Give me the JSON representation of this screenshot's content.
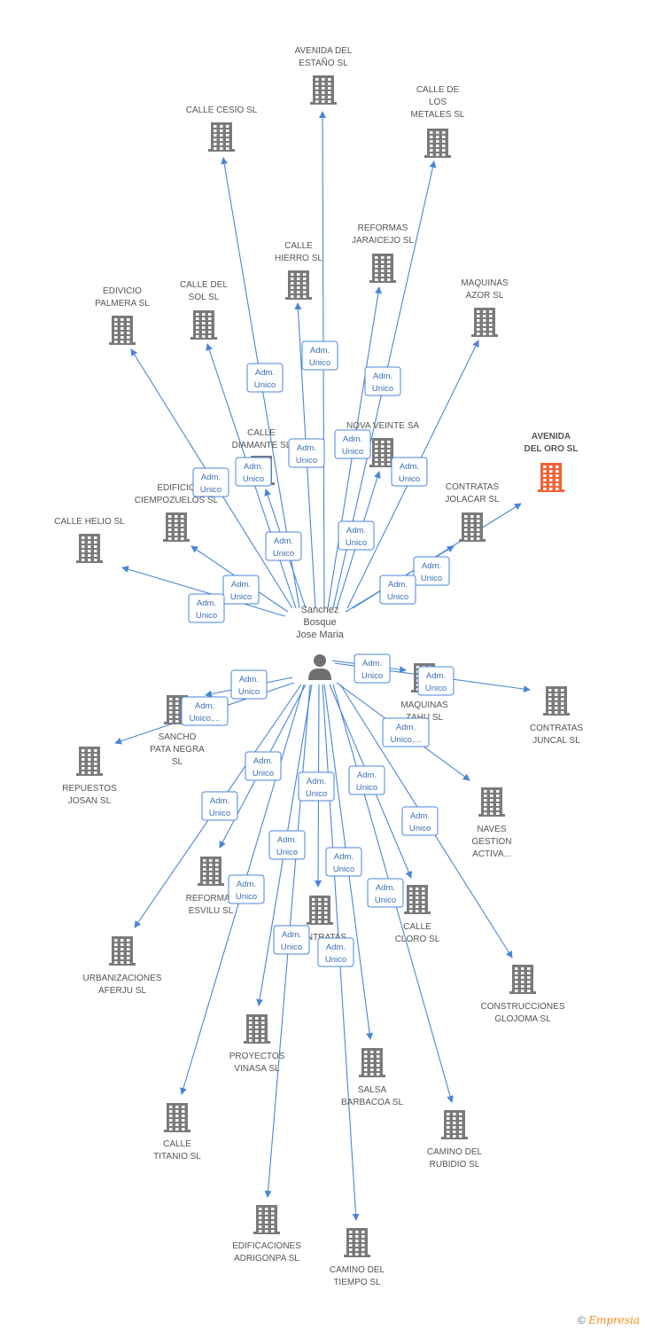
{
  "center": {
    "name_lines": [
      "Sanchez",
      "Bosque",
      "Jose Maria"
    ]
  },
  "colors": {
    "edge": "#4a86d8",
    "building": "#7a7a7a",
    "highlight": "#f06436",
    "person": "#707070"
  },
  "companies": [
    {
      "id": "avenida-del-estano",
      "lines": [
        "AVENIDA DEL",
        "ESTAÑO SL"
      ]
    },
    {
      "id": "calle-cesio",
      "lines": [
        "CALLE CESIO SL"
      ]
    },
    {
      "id": "calle-de-los-metales",
      "lines": [
        "CALLE DE",
        "LOS",
        "METALES SL"
      ]
    },
    {
      "id": "reformas-jaraicejo",
      "lines": [
        "REFORMAS",
        "JARAICEJO SL"
      ]
    },
    {
      "id": "calle-hierro",
      "lines": [
        "CALLE",
        "HIERRO SL"
      ]
    },
    {
      "id": "edivicio-palmera",
      "lines": [
        "EDIVICIO",
        "PALMERA SL"
      ]
    },
    {
      "id": "calle-del-sol",
      "lines": [
        "CALLE DEL",
        "SOL SL"
      ]
    },
    {
      "id": "maquinas-azor",
      "lines": [
        "MAQUINAS",
        "AZOR  SL"
      ]
    },
    {
      "id": "avenida-del-oro",
      "lines": [
        "AVENIDA",
        "DEL ORO SL"
      ],
      "highlight": true
    },
    {
      "id": "calle-diamante",
      "lines": [
        "CALLE",
        "DIAMANTE SL"
      ]
    },
    {
      "id": "nova-veinte",
      "lines": [
        "NOVA VEINTE SA"
      ]
    },
    {
      "id": "edificio-ciempozuelos",
      "lines": [
        "EDIFICIO",
        "CIEMPOZUELOS SL"
      ]
    },
    {
      "id": "contratas-jolacar",
      "lines": [
        "CONTRATAS",
        "JOLACAR SL"
      ]
    },
    {
      "id": "calle-helio",
      "lines": [
        "CALLE HELIO SL"
      ]
    },
    {
      "id": "maquinas-zahu",
      "lines": [
        "MAQUINAS",
        "ZAHU  SL"
      ]
    },
    {
      "id": "contratas-juncal",
      "lines": [
        "CONTRATAS",
        "JUNCAL SL"
      ]
    },
    {
      "id": "sancho-pata-negra",
      "lines": [
        "SANCHO",
        "PATA NEGRA",
        "SL"
      ]
    },
    {
      "id": "repuestos-josan",
      "lines": [
        "REPUESTOS",
        "JOSAN  SL"
      ]
    },
    {
      "id": "naves-gestion",
      "lines": [
        "NAVES",
        "GESTION",
        "ACTIVA..."
      ]
    },
    {
      "id": "reformas-esvilu",
      "lines": [
        "REFORMAS",
        "ESVILU SL"
      ]
    },
    {
      "id": "contratas-x",
      "lines": [
        "CONTRATAS"
      ]
    },
    {
      "id": "calle-cloro",
      "lines": [
        "CALLE",
        "CLORO SL"
      ]
    },
    {
      "id": "urbanizaciones-aferju",
      "lines": [
        "URBANIZACIONES",
        "AFERJU SL"
      ]
    },
    {
      "id": "construcciones-glojoma",
      "lines": [
        "CONSTRUCCIONES",
        "GLOJOMA SL"
      ]
    },
    {
      "id": "proyectos-vinasa",
      "lines": [
        "PROYECTOS",
        "VINASA SL"
      ]
    },
    {
      "id": "salsa-barbacoa",
      "lines": [
        "SALSA",
        "BARBACOA SL"
      ]
    },
    {
      "id": "calle-titanio",
      "lines": [
        "CALLE",
        "TITANIO SL"
      ]
    },
    {
      "id": "camino-del-rubidio",
      "lines": [
        "CAMINO DEL",
        "RUBIDIO SL"
      ]
    },
    {
      "id": "edificaciones-adrigonpa",
      "lines": [
        "EDIFICACIONES",
        "ADRIGONPA SL"
      ]
    },
    {
      "id": "camino-del-tiempo",
      "lines": [
        "CAMINO DEL",
        "TIEMPO SL"
      ]
    }
  ],
  "edges": [
    {
      "target": "avenida-del-estano",
      "label": [
        "Adm.",
        "Unico"
      ]
    },
    {
      "target": "calle-cesio",
      "label": [
        "Adm.",
        "Unico"
      ]
    },
    {
      "target": "calle-de-los-metales",
      "label": [
        "Adm.",
        "Unico"
      ]
    },
    {
      "target": "reformas-jaraicejo",
      "label": [
        "Adm.",
        "Unico"
      ]
    },
    {
      "target": "calle-hierro",
      "label": [
        "Adm.",
        "Unico"
      ]
    },
    {
      "target": "edivicio-palmera",
      "label": [
        "Adm.",
        "Unico"
      ]
    },
    {
      "target": "calle-del-sol",
      "label": [
        "Adm.",
        "Unico"
      ]
    },
    {
      "target": "maquinas-azor",
      "label": [
        "Adm.",
        "Unico"
      ]
    },
    {
      "target": "avenida-del-oro",
      "label": [
        "Adm.",
        "Unico"
      ]
    },
    {
      "target": "calle-diamante",
      "label": [
        "Adm.",
        "Unico"
      ]
    },
    {
      "target": "nova-veinte",
      "label": [
        "Adm.",
        "Unico"
      ]
    },
    {
      "target": "edificio-ciempozuelos",
      "label": [
        "Adm.",
        "Unico"
      ]
    },
    {
      "target": "contratas-jolacar",
      "label": [
        "Adm.",
        "Unico"
      ]
    },
    {
      "target": "calle-helio",
      "label": [
        "Adm.",
        "Unico"
      ]
    },
    {
      "target": "maquinas-zahu",
      "label": [
        "Adm.",
        "Unico"
      ]
    },
    {
      "target": "contratas-juncal",
      "label": [
        "Adm.",
        "Unico"
      ]
    },
    {
      "target": "sancho-pata-negra",
      "label": [
        "Adm.",
        "Unico,..."
      ]
    },
    {
      "target": "repuestos-josan",
      "label": [
        "Adm.",
        "Unico"
      ]
    },
    {
      "target": "naves-gestion",
      "label": [
        "Adm.",
        "Unico,..."
      ]
    },
    {
      "target": "reformas-esvilu",
      "label": [
        "Adm.",
        "Unico"
      ]
    },
    {
      "target": "contratas-x",
      "label": [
        "Adm.",
        "Unico"
      ]
    },
    {
      "target": "calle-cloro",
      "label": [
        "Adm.",
        "Unico"
      ]
    },
    {
      "target": "urbanizaciones-aferju",
      "label": [
        "Adm.",
        "Unico"
      ]
    },
    {
      "target": "construcciones-glojoma",
      "label": [
        "Adm.",
        "Unico"
      ]
    },
    {
      "target": "proyectos-vinasa",
      "label": [
        "Adm.",
        "Unico"
      ]
    },
    {
      "target": "salsa-barbacoa",
      "label": [
        "Adm.",
        "Unico"
      ]
    },
    {
      "target": "calle-titanio",
      "label": [
        "Adm.",
        "Unico"
      ]
    },
    {
      "target": "camino-del-rubidio",
      "label": [
        "Adm.",
        "Unico"
      ]
    },
    {
      "target": "edificaciones-adrigonpa",
      "label": [
        "Adm.",
        "Unico"
      ]
    },
    {
      "target": "camino-del-tiempo",
      "label": [
        "Adm.",
        "Unico"
      ]
    }
  ],
  "footer": {
    "copyright": "©",
    "brand": "Empresia"
  }
}
